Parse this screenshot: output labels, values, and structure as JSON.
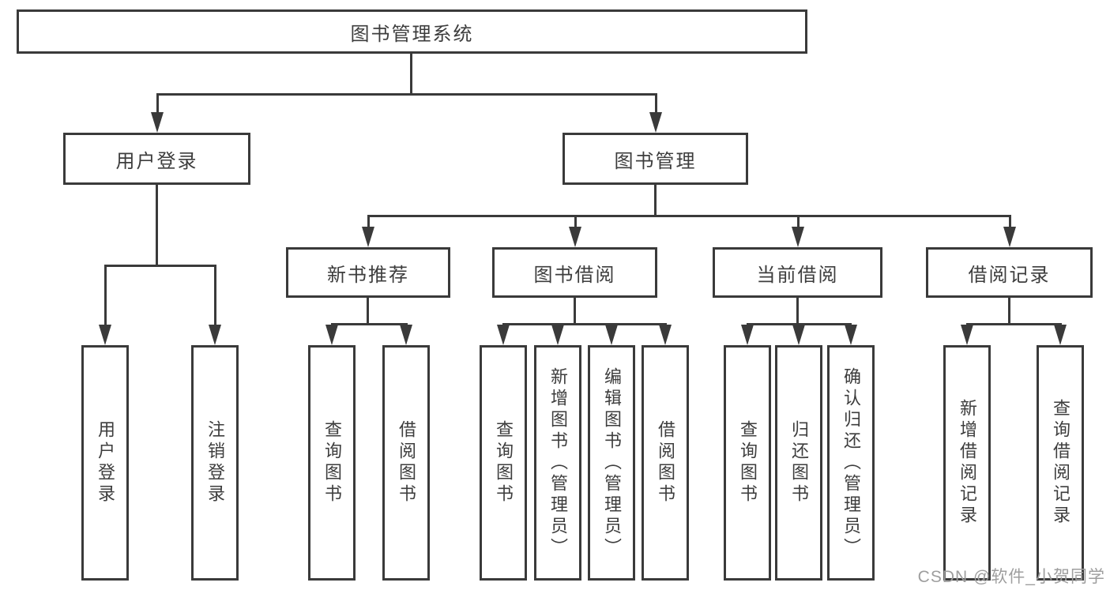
{
  "diagram": {
    "root": {
      "label": "图书管理系统"
    },
    "level2": [
      {
        "label": "用户登录"
      },
      {
        "label": "图书管理"
      }
    ],
    "level3": [
      {
        "label": "新书推荐"
      },
      {
        "label": "图书借阅"
      },
      {
        "label": "当前借阅"
      },
      {
        "label": "借阅记录"
      }
    ],
    "leaves": {
      "user_login": [
        {
          "label": "用户登录"
        },
        {
          "label": "注销登录"
        }
      ],
      "new_book": [
        {
          "label": "查询图书"
        },
        {
          "label": "借阅图书"
        }
      ],
      "book_borrow": [
        {
          "label": "查询图书"
        },
        {
          "label": "新增图书（管理员）"
        },
        {
          "label": "编辑图书（管理员）"
        },
        {
          "label": "借阅图书"
        }
      ],
      "current_borrow": [
        {
          "label": "查询图书"
        },
        {
          "label": "归还图书"
        },
        {
          "label": "确认归还（管理员）"
        }
      ],
      "borrow_record": [
        {
          "label": "新增借阅记录"
        },
        {
          "label": "查询借阅记录"
        }
      ]
    },
    "colors": {
      "line": "#3a3a3a",
      "text": "#3d3d3d",
      "watermark_text": "#9e9e9e",
      "background": "#ffffff"
    }
  },
  "watermark": {
    "text": "CSDN @软件_小贺同学"
  }
}
